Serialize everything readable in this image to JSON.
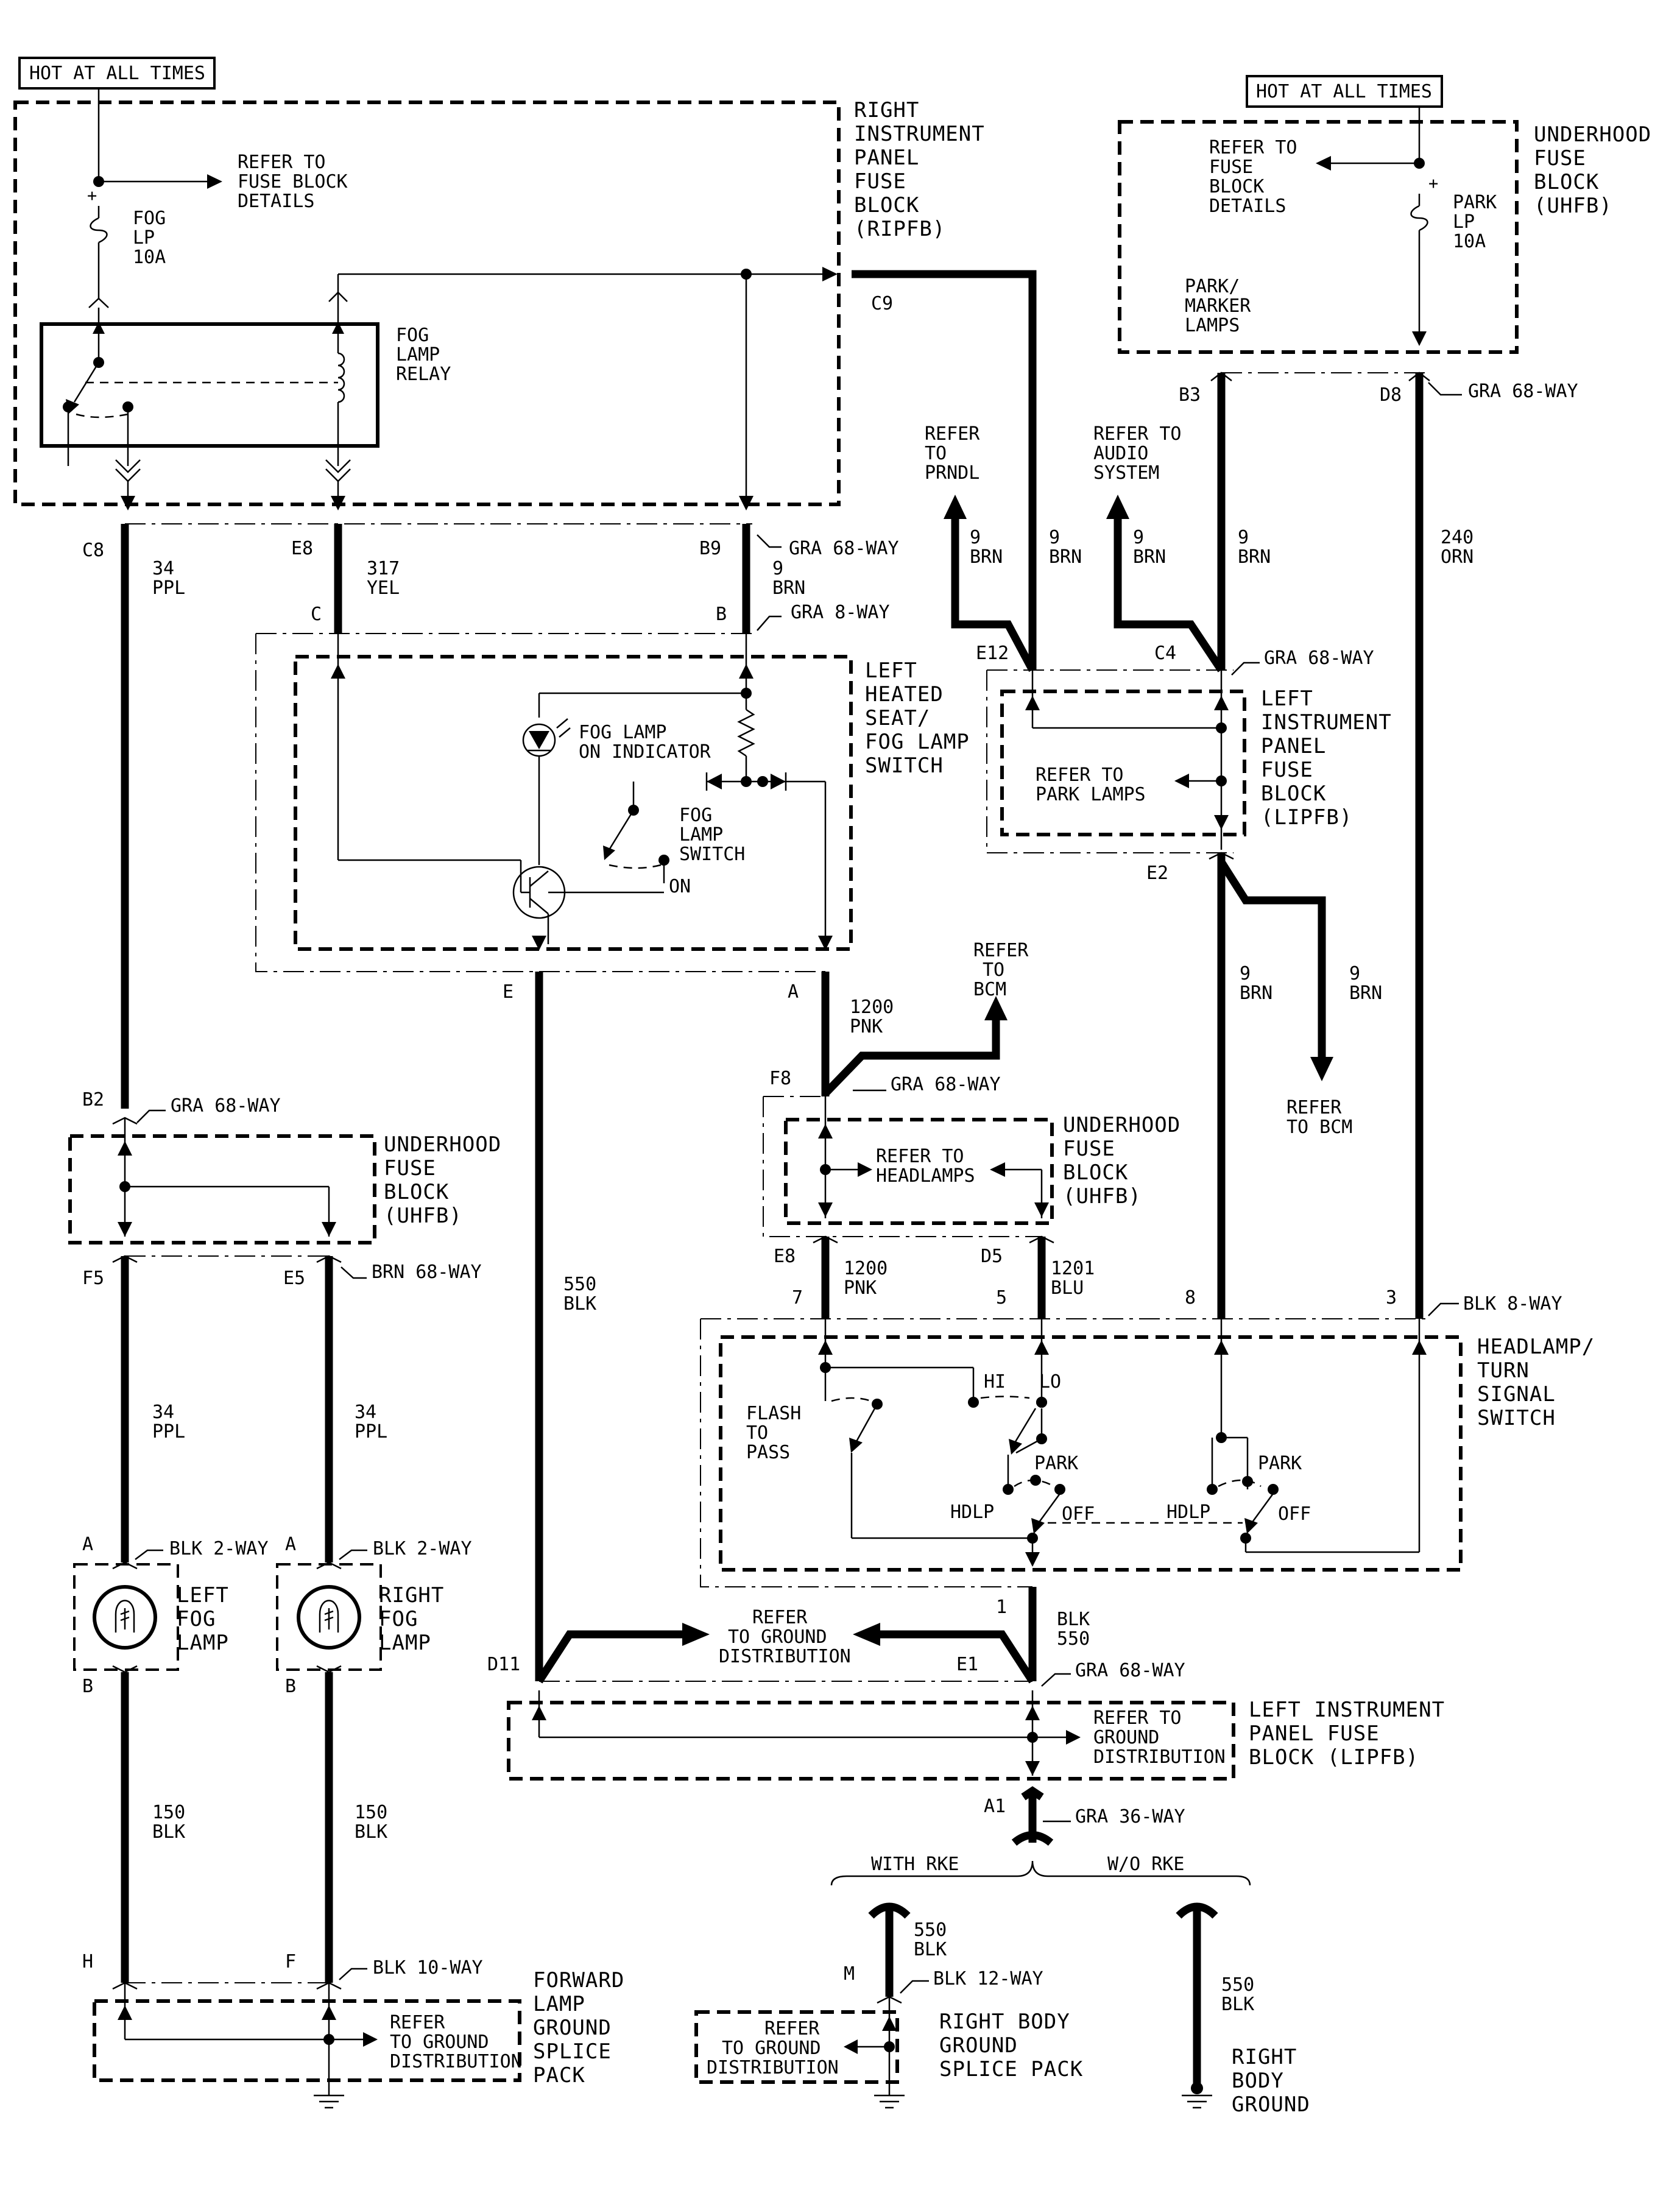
{
  "sources": {
    "left": "HOT AT ALL TIMES",
    "right": "HOT AT ALL TIMES"
  },
  "ripfb": {
    "name": [
      "RIGHT",
      "INSTRUMENT",
      "PANEL",
      "FUSE",
      "BLOCK",
      "(RIPFB)"
    ],
    "refer_fuse": [
      "REFER TO",
      "FUSE BLOCK",
      "DETAILS"
    ],
    "fuse": [
      "FOG",
      "LP",
      "10A"
    ],
    "relay": [
      "FOG",
      "LAMP",
      "RELAY"
    ],
    "c9": "C9"
  },
  "uhfb_top": {
    "name": [
      "UNDERHOOD",
      "FUSE",
      "BLOCK",
      "(UHFB)"
    ],
    "refer": [
      "REFER TO",
      "FUSE",
      "BLOCK",
      "DETAILS"
    ],
    "fuse": [
      "PARK",
      "LP",
      "10A"
    ],
    "circuit": [
      "PARK/",
      "MARKER",
      "LAMPS"
    ],
    "pin_b3": "B3",
    "pin_d8": "D8",
    "conn": "GRA 68-WAY"
  },
  "wires_top": {
    "c8": "C8",
    "c8_wire": [
      "34",
      "PPL"
    ],
    "e8": "E8",
    "e8_wire": [
      "317",
      "YEL"
    ],
    "b9": "B9",
    "b9_conn": "GRA 68-WAY",
    "b9_wire": [
      "9",
      "BRN"
    ],
    "c": "C",
    "b": "B",
    "switch_conn": "GRA 8-WAY"
  },
  "refers_top": {
    "prndl": [
      "REFER",
      "TO",
      "PRNDL"
    ],
    "audio": [
      "REFER TO",
      "AUDIO",
      "SYSTEM"
    ],
    "w1": [
      "9",
      "BRN"
    ],
    "w2": [
      "9",
      "BRN"
    ],
    "w3": [
      "9",
      "BRN"
    ],
    "w4": [
      "9",
      "BRN"
    ],
    "w240": [
      "240",
      "ORN"
    ]
  },
  "fog_switch": {
    "name": [
      "LEFT",
      "HEATED",
      "SEAT/",
      "FOG LAMP",
      "SWITCH"
    ],
    "indicator": [
      "FOG LAMP",
      "ON INDICATOR"
    ],
    "switch": [
      "FOG",
      "LAMP",
      "SWITCH"
    ],
    "on": "ON",
    "pin_e": "E",
    "pin_a": "A"
  },
  "lipfb_top": {
    "name": [
      "LEFT",
      "INSTRUMENT",
      "PANEL",
      "FUSE",
      "BLOCK",
      "(LIPFB)"
    ],
    "refer": [
      "REFER TO",
      "PARK LAMPS"
    ],
    "e12": "E12",
    "c4": "C4",
    "conn": "GRA 68-WAY",
    "e2": "E2",
    "w_a": [
      "9",
      "BRN"
    ],
    "w_b": [
      "9",
      "BRN"
    ],
    "refer_bcm": [
      "REFER",
      "TO BCM"
    ]
  },
  "bcm_mid": {
    "refer": [
      "REFER",
      "TO",
      "BCM"
    ],
    "wire": [
      "1200",
      "PNK"
    ],
    "f8": "F8",
    "conn": "GRA 68-WAY"
  },
  "uhfb_mid": {
    "name": [
      "UNDERHOOD",
      "FUSE",
      "BLOCK",
      "(UHFB)"
    ],
    "refer": [
      "REFER TO",
      "HEADLAMPS"
    ],
    "e8": "E8",
    "d5": "D5",
    "w1200": [
      "1200",
      "PNK"
    ],
    "w1201": [
      "1201",
      "BLU"
    ]
  },
  "uhfb_left": {
    "b2": "B2",
    "conn_top": "GRA 68-WAY",
    "name": [
      "UNDERHOOD",
      "FUSE",
      "BLOCK",
      "(UHFB)"
    ],
    "f5": "F5",
    "e5": "E5",
    "conn_bottom": "BRN 68-WAY",
    "w_left": [
      "34",
      "PPL"
    ],
    "w_right": [
      "34",
      "PPL"
    ]
  },
  "w550_mid": [
    "550",
    "BLK"
  ],
  "headlamp_switch": {
    "name": [
      "HEADLAMP/",
      "TURN",
      "SIGNAL",
      "SWITCH"
    ],
    "pins": [
      "7",
      "5",
      "8",
      "3"
    ],
    "conn": "BLK 8-WAY",
    "hi": "HI",
    "lo": "LO",
    "flash": [
      "FLASH",
      "TO",
      "PASS"
    ],
    "park1": "PARK",
    "holp1": "HDLP",
    "off1": "OFF",
    "park2": "PARK",
    "holp2": "HDLP",
    "off2": "OFF",
    "pin1": "1",
    "w550": [
      "BLK",
      "550"
    ]
  },
  "fog_lamps": {
    "left": [
      "LEFT",
      "FOG",
      "LAMP"
    ],
    "right": [
      "RIGHT",
      "FOG",
      "LAMP"
    ],
    "a_left": "A",
    "a_right": "A",
    "conn_left": "BLK 2-WAY",
    "conn_right": "BLK 2-WAY",
    "b_left": "B",
    "b_right": "B",
    "w_left": [
      "150",
      "BLK"
    ],
    "w_right": [
      "150",
      "BLK"
    ]
  },
  "ground_lipfb": {
    "refer": [
      "REFER",
      "TO GROUND",
      "DISTRIBUTION"
    ],
    "d11": "D11",
    "e1": "E1",
    "conn": "GRA 68-WAY",
    "name": [
      "LEFT INSTRUMENT",
      "PANEL FUSE",
      "BLOCK (LIPFB)"
    ],
    "refer_inside": [
      "REFER TO",
      "GROUND",
      "DISTRIBUTION"
    ],
    "a1": "A1",
    "conn_a1": "GRA 36-WAY",
    "with_rke": "WITH RKE",
    "wo_rke": "W/O RKE"
  },
  "forward_lamp": {
    "h": "H",
    "f": "F",
    "conn": "BLK 10-WAY",
    "refer": [
      "REFER",
      "TO GROUND",
      "DISTRIBUTION"
    ],
    "name": [
      "FORWARD",
      "LAMP",
      "GROUND",
      "SPLICE",
      "PACK"
    ]
  },
  "right_body": {
    "w1": [
      "550",
      "BLK"
    ],
    "m": "M",
    "conn": "BLK 12-WAY",
    "refer": [
      "REFER",
      "TO GROUND",
      "DISTRIBUTION"
    ],
    "splice": [
      "RIGHT BODY",
      "GROUND",
      "SPLICE PACK"
    ],
    "w2": [
      "550",
      "BLK"
    ],
    "ground": [
      "RIGHT",
      "BODY",
      "GROUND"
    ]
  }
}
